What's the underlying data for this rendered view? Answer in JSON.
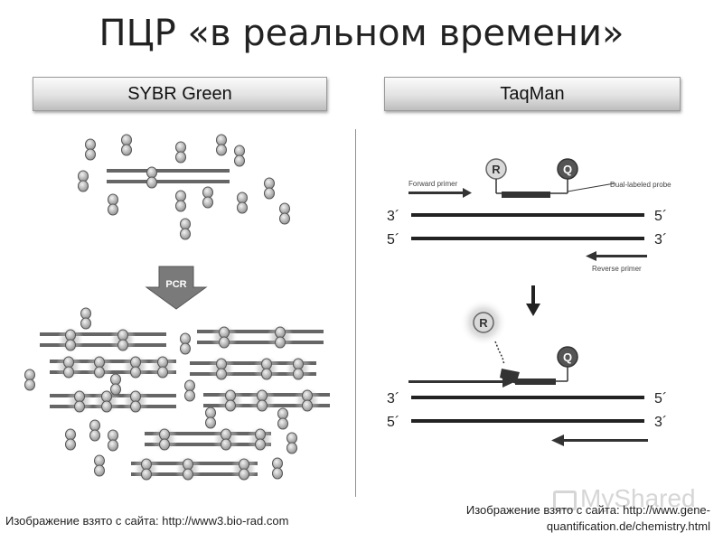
{
  "title": "ПЦР «в реальном времени»",
  "panels": {
    "left": {
      "header": "SYBR Green",
      "arrow_label": "PCR"
    },
    "right": {
      "header": "TaqMan",
      "reporter_label": "R",
      "quencher_label": "Q",
      "forward_primer_label": "Forward primer",
      "probe_label": "Dual-labeled probe",
      "reverse_primer_label": "Reverse primer",
      "strand_top_left": "3´",
      "strand_top_right": "5´",
      "strand_bottom_left": "5´",
      "strand_bottom_right": "3´",
      "arrow_down_symbol": "↓"
    }
  },
  "captions": {
    "left": "Изображение взято с сайта: http://www3.bio-rad.com",
    "right": "Изображение взято с сайта: http://www.gene-quantification.de/chemistry.html"
  },
  "watermark": "MyShared"
}
